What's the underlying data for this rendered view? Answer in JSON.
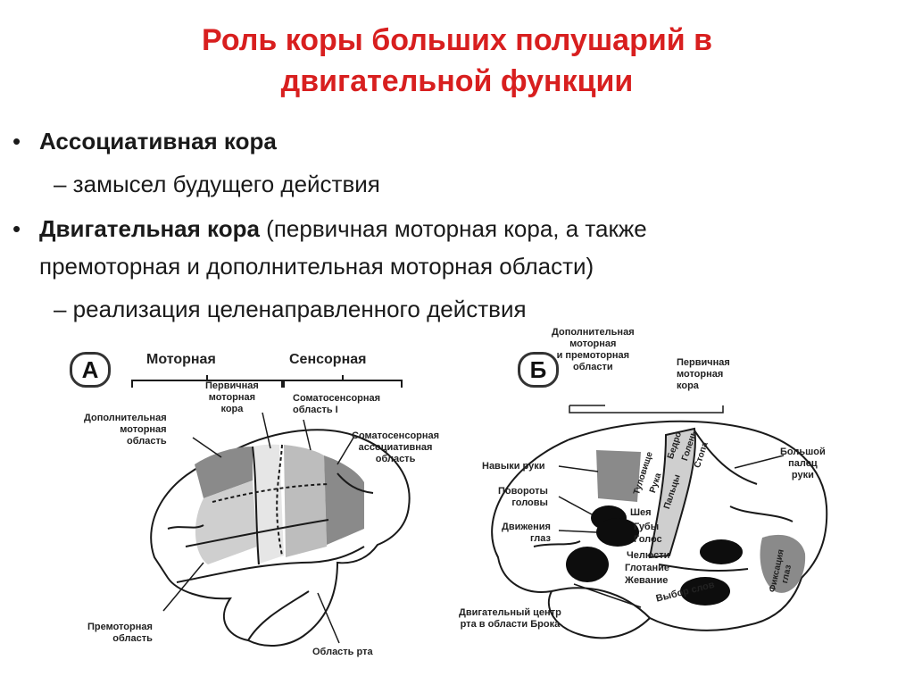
{
  "slide": {
    "title_line1": "Роль коры больших полушарий в",
    "title_line2": "двигательной функции",
    "title_color": "#d81f1f"
  },
  "bullets": {
    "b1_bold": "Ассоциативная кора",
    "b1_sub": "– замысел будущего действия",
    "b2_bold": "Двигательная кора",
    "b2_rest": " (первичная моторная кора, а также",
    "b2_line2": "премоторная и дополнительная моторная области)",
    "b2_sub": "– реализация целенаправленного действия",
    "bullet_glyph": "•"
  },
  "figure_a": {
    "letter": "А",
    "motor_header": "Моторная",
    "sensory_header": "Сенсорная",
    "primary_motor": [
      "Первичная",
      "моторная",
      "кора"
    ],
    "somatosensory_1": [
      "Соматосенсорная",
      "область I"
    ],
    "supplementary_motor": [
      "Дополнительная",
      "моторная",
      "область"
    ],
    "somatosensory_assoc": [
      "Соматосенсорная",
      "ассоциативная",
      "область"
    ],
    "premotor": [
      "Премоторная",
      "область"
    ],
    "mouth_area": "Область рта"
  },
  "figure_b": {
    "letter": "Б",
    "supp_premotor": [
      "Дополнительная",
      "моторная",
      "и премоторная",
      "области"
    ],
    "primary_motor": [
      "Первичная",
      "моторная",
      "кора"
    ],
    "hand_skills": "Навыки руки",
    "head_turns": [
      "Повороты",
      "головы"
    ],
    "eye_movements": [
      "Движения",
      "глаз"
    ],
    "thumb": [
      "Большой",
      "палец",
      "руки"
    ],
    "broca": [
      "Двигательный центр",
      "рта в области Брока"
    ],
    "strip_labels": [
      "Туловище",
      "Бедро",
      "Рука",
      "Голень",
      "Пальцы",
      "Стопа",
      "Шея",
      "Губы",
      "Голос",
      "Челюсти",
      "Глотание",
      "Жевание"
    ],
    "word_choice": "Выбор слов",
    "gaze_fixation": [
      "Фиксация",
      "глаз"
    ]
  },
  "colors": {
    "shade_light": "#cfcfcf",
    "shade_dark": "#8a8a8a",
    "blob": "#0d0d0d",
    "outline": "#1a1a1a"
  }
}
